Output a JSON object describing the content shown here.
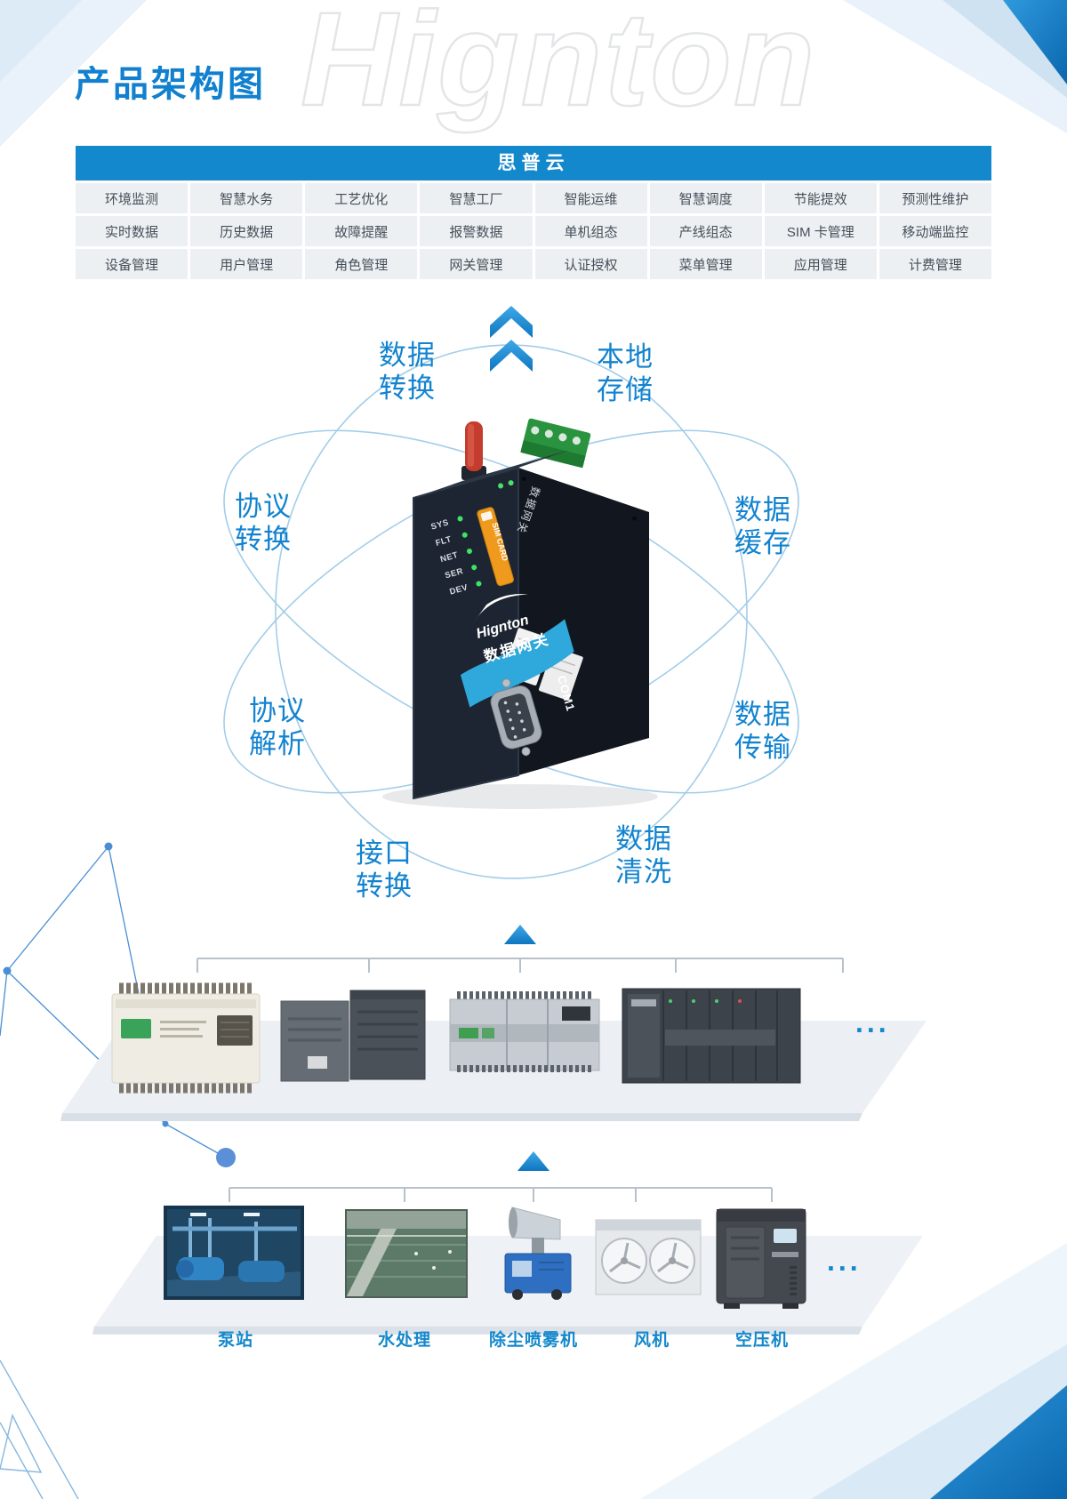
{
  "page": {
    "title": "产品架构图",
    "watermark": "Hignton"
  },
  "colors": {
    "accent": "#1488cc",
    "label_blue": "#1283cf"
  },
  "cloud_table": {
    "header": "思普云",
    "rows": [
      [
        "环境监测",
        "智慧水务",
        "工艺优化",
        "智慧工厂",
        "智能运维",
        "智慧调度",
        "节能提效",
        "预测性维护"
      ],
      [
        "实时数据",
        "历史数据",
        "故障提醒",
        "报警数据",
        "单机组态",
        "产线组态",
        "SIM 卡管理",
        "移动端监控"
      ],
      [
        "设备管理",
        "用户管理",
        "角色管理",
        "网关管理",
        "认证授权",
        "菜单管理",
        "应用管理",
        "计费管理"
      ]
    ]
  },
  "gateway": {
    "orbit_labels": [
      {
        "line1": "数据",
        "line2": "转换"
      },
      {
        "line1": "本地",
        "line2": "存储"
      },
      {
        "line1": "协议",
        "line2": "转换"
      },
      {
        "line1": "数据",
        "line2": "缓存"
      },
      {
        "line1": "协议",
        "line2": "解析"
      },
      {
        "line1": "数据",
        "line2": "传输"
      },
      {
        "line1": "接口",
        "line2": "转换"
      },
      {
        "line1": "数据",
        "line2": "清洗"
      }
    ],
    "device": {
      "leds": [
        "SYS",
        "FLT",
        "NET",
        "SER",
        "DEV"
      ],
      "sim_label": "SIM CARD",
      "brand": "Hignton",
      "product_name": "数据网关",
      "port_label": "COM1"
    }
  },
  "plc_row": {
    "more": "..."
  },
  "equipment_row": {
    "items": [
      {
        "label": "泵站"
      },
      {
        "label": "水处理"
      },
      {
        "label": "除尘喷雾机"
      },
      {
        "label": "风机"
      },
      {
        "label": "空压机"
      }
    ],
    "more": "..."
  }
}
